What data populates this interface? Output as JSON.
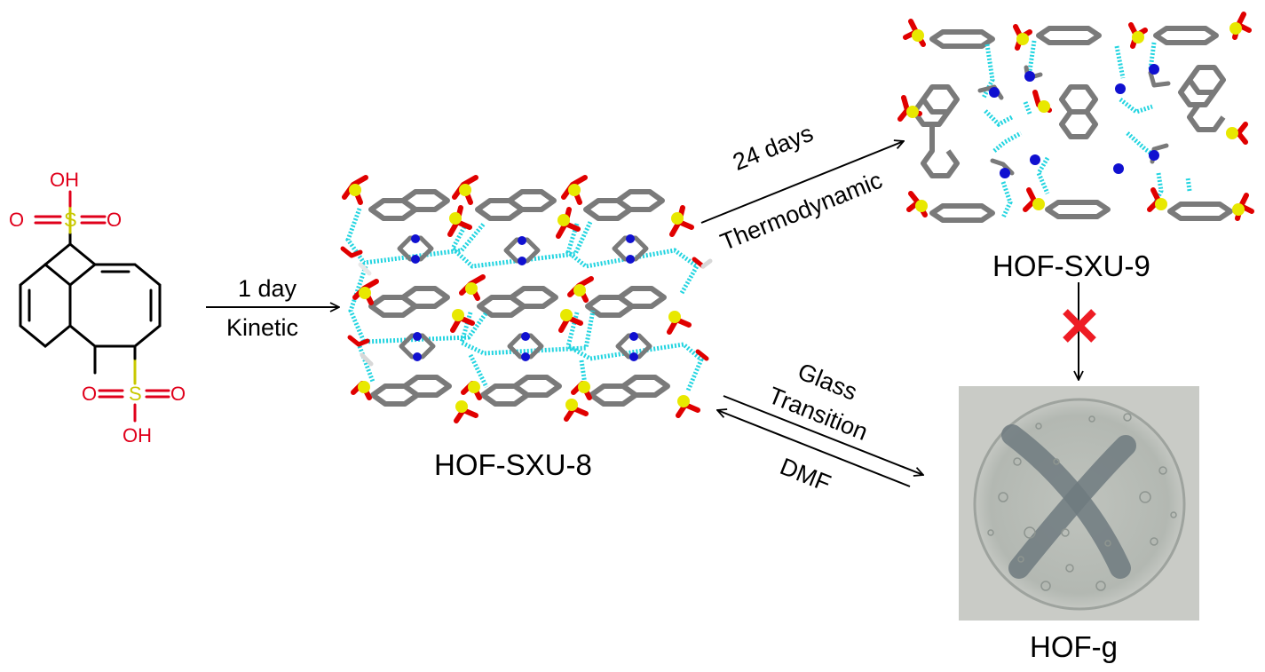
{
  "monomer": {
    "atom_labels": {
      "oh_top": "OH",
      "o_left_top": "O",
      "s_top": "S",
      "o_right_top": "O",
      "o_left_bottom": "O",
      "s_bottom": "S",
      "o_right_bottom": "O",
      "oh_bottom": "OH"
    }
  },
  "arrows": {
    "kinetic": {
      "top_label": "1 day",
      "bottom_label": "Kinetic"
    },
    "thermodynamic": {
      "top_label": "24 days",
      "bottom_label": "Thermodynamic"
    },
    "glass": {
      "label_line1": "Glass",
      "label_line2": "Transition",
      "reverse_label": "DMF"
    }
  },
  "structures": {
    "sxu8": {
      "label": "HOF-SXU-8"
    },
    "sxu9": {
      "label": "HOF-SXU-9"
    },
    "glass": {
      "label": "HOF-g"
    }
  },
  "blocked_mark": "✕",
  "colors": {
    "carbon": "#7a7a7a",
    "sulfur": "#e8e800",
    "oxygen": "#e00000",
    "nitrogen": "#1010d0",
    "hydrogen": "#e8e8e8",
    "hbond": "#22d4e0",
    "blocked": "#ee1c24",
    "glass_bg": "#c9cbc6",
    "glass_disc": "#b6bab4",
    "glass_cross": "#6f7a7f"
  }
}
